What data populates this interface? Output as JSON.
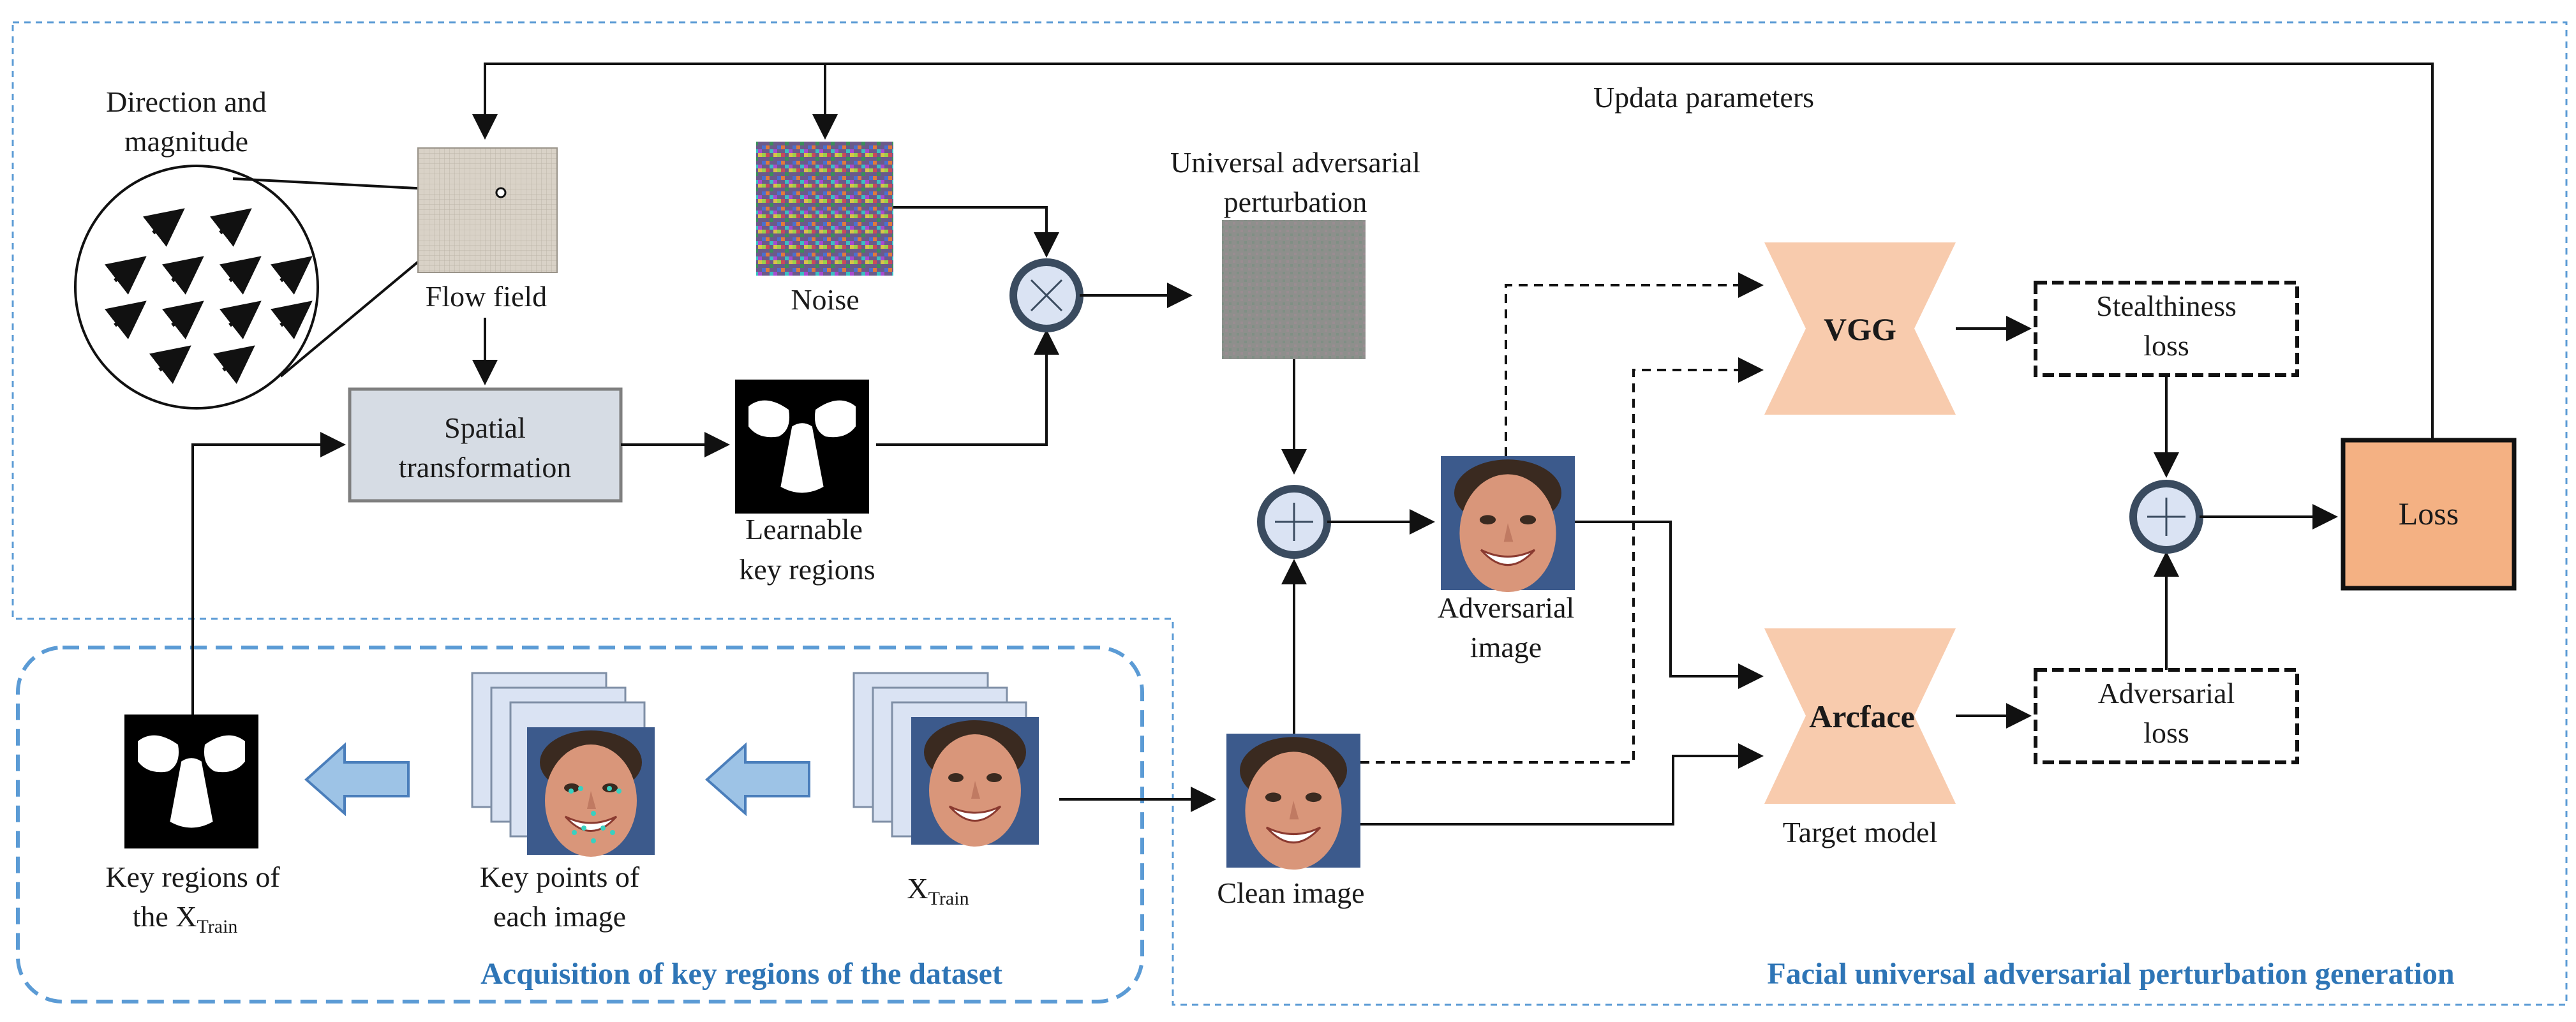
{
  "colors": {
    "region_border": "#5b9bd5",
    "region_title": "#2e75b6",
    "model_fill": "#f8cbad",
    "loss_fill": "#f4b183",
    "spatial_fill": "#d6dce4",
    "operator_fill": "#dae3f3",
    "operator_border": "#3a4b5f",
    "arrow_block_fill": "#9dc3e6"
  },
  "labels": {
    "direction": "Direction and",
    "magnitude": "magnitude",
    "flow_field": "Flow field",
    "noise": "Noise",
    "uap_line1": "Universal adversarial",
    "uap_line2": "perturbation",
    "update_params": "Updata parameters",
    "spatial_line1": "Spatial",
    "spatial_line2": "transformation",
    "learnable_line1": "Learnable",
    "learnable_line2": "key regions",
    "vgg": "VGG",
    "arcface": "Arcface",
    "target_model": "Target model",
    "stealth_line1": "Stealthiness",
    "stealth_line2": "loss",
    "adv_loss_line1": "Adversarial",
    "adv_loss_line2": "loss",
    "loss": "Loss",
    "adv_image_line1": "Adversarial",
    "adv_image_line2": "image",
    "clean_image": "Clean image",
    "key_regions_line1": "Key regions of",
    "key_regions_line2": "the X",
    "key_regions_sub": "Train",
    "key_points_line1": "Key points of",
    "key_points_line2": "each image",
    "x_train": "X",
    "x_train_sub": "Train",
    "acquisition_title": "Acquisition of key regions of the dataset",
    "generation_title": "Facial universal adversarial perturbation generation"
  },
  "icons": {
    "multiply": "multiply-operator-icon",
    "add": "add-operator-icon",
    "left_arrow": "left-block-arrow-icon"
  }
}
